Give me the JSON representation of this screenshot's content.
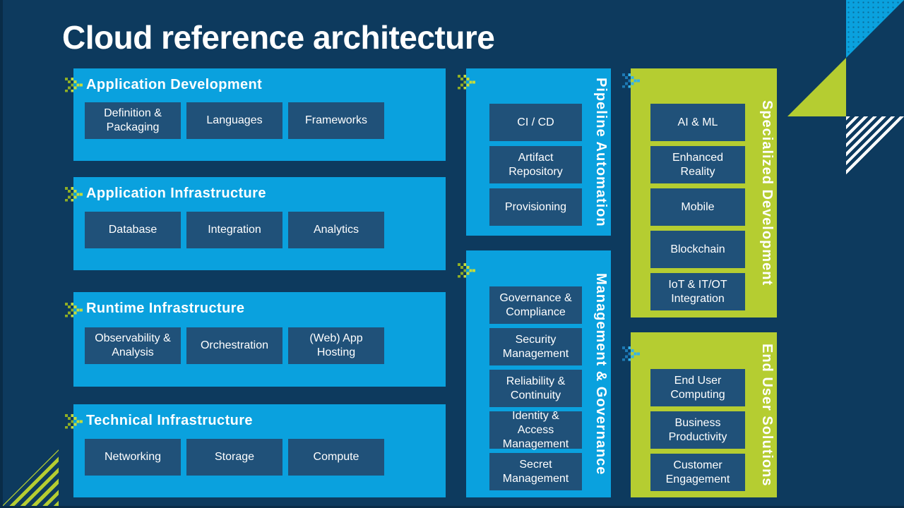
{
  "title": "Cloud reference architecture",
  "colors": {
    "background": "#0d3a5e",
    "slide_edge": "#092c48",
    "panel_blue": "#0aa1de",
    "panel_green": "#b5cd31",
    "item_box_blue": "#205179",
    "text_white": "#ffffff",
    "stripe_white": "#ffffff",
    "chevron_green_light": "#c6dc3a",
    "chevron_green_dark": "#8fae25",
    "chevron_blue_light": "#35b3e8",
    "chevron_blue_dark": "#1d7ab5"
  },
  "panels": {
    "app_dev": {
      "title": "Application Development",
      "items": [
        "Definition & Packaging",
        "Languages",
        "Frameworks"
      ]
    },
    "app_infra": {
      "title": "Application Infrastructure",
      "items": [
        "Database",
        "Integration",
        "Analytics"
      ]
    },
    "runtime": {
      "title": "Runtime Infrastructure",
      "items": [
        "Observability & Analysis",
        "Orchestration",
        "(Web) App Hosting"
      ]
    },
    "technical": {
      "title": "Technical Infrastructure",
      "items": [
        "Networking",
        "Storage",
        "Compute"
      ]
    },
    "pipeline": {
      "title": "Pipeline Automation",
      "items": [
        "CI / CD",
        "Artifact Repository",
        "Provisioning"
      ]
    },
    "mgmt_gov": {
      "title": "Management & Governance",
      "items": [
        "Governance & Compliance",
        "Security Management",
        "Reliability & Continuity",
        "Identity & Access Management",
        "Secret Management"
      ]
    },
    "spec_dev": {
      "title": "Specialized Development",
      "items": [
        "AI & ML",
        "Enhanced Reality",
        "Mobile",
        "Blockchain",
        "IoT & IT/OT Integration"
      ]
    },
    "end_user": {
      "title": "End User Solutions",
      "items": [
        "End User Computing",
        "Business Productivity",
        "Customer Engagement"
      ]
    }
  }
}
